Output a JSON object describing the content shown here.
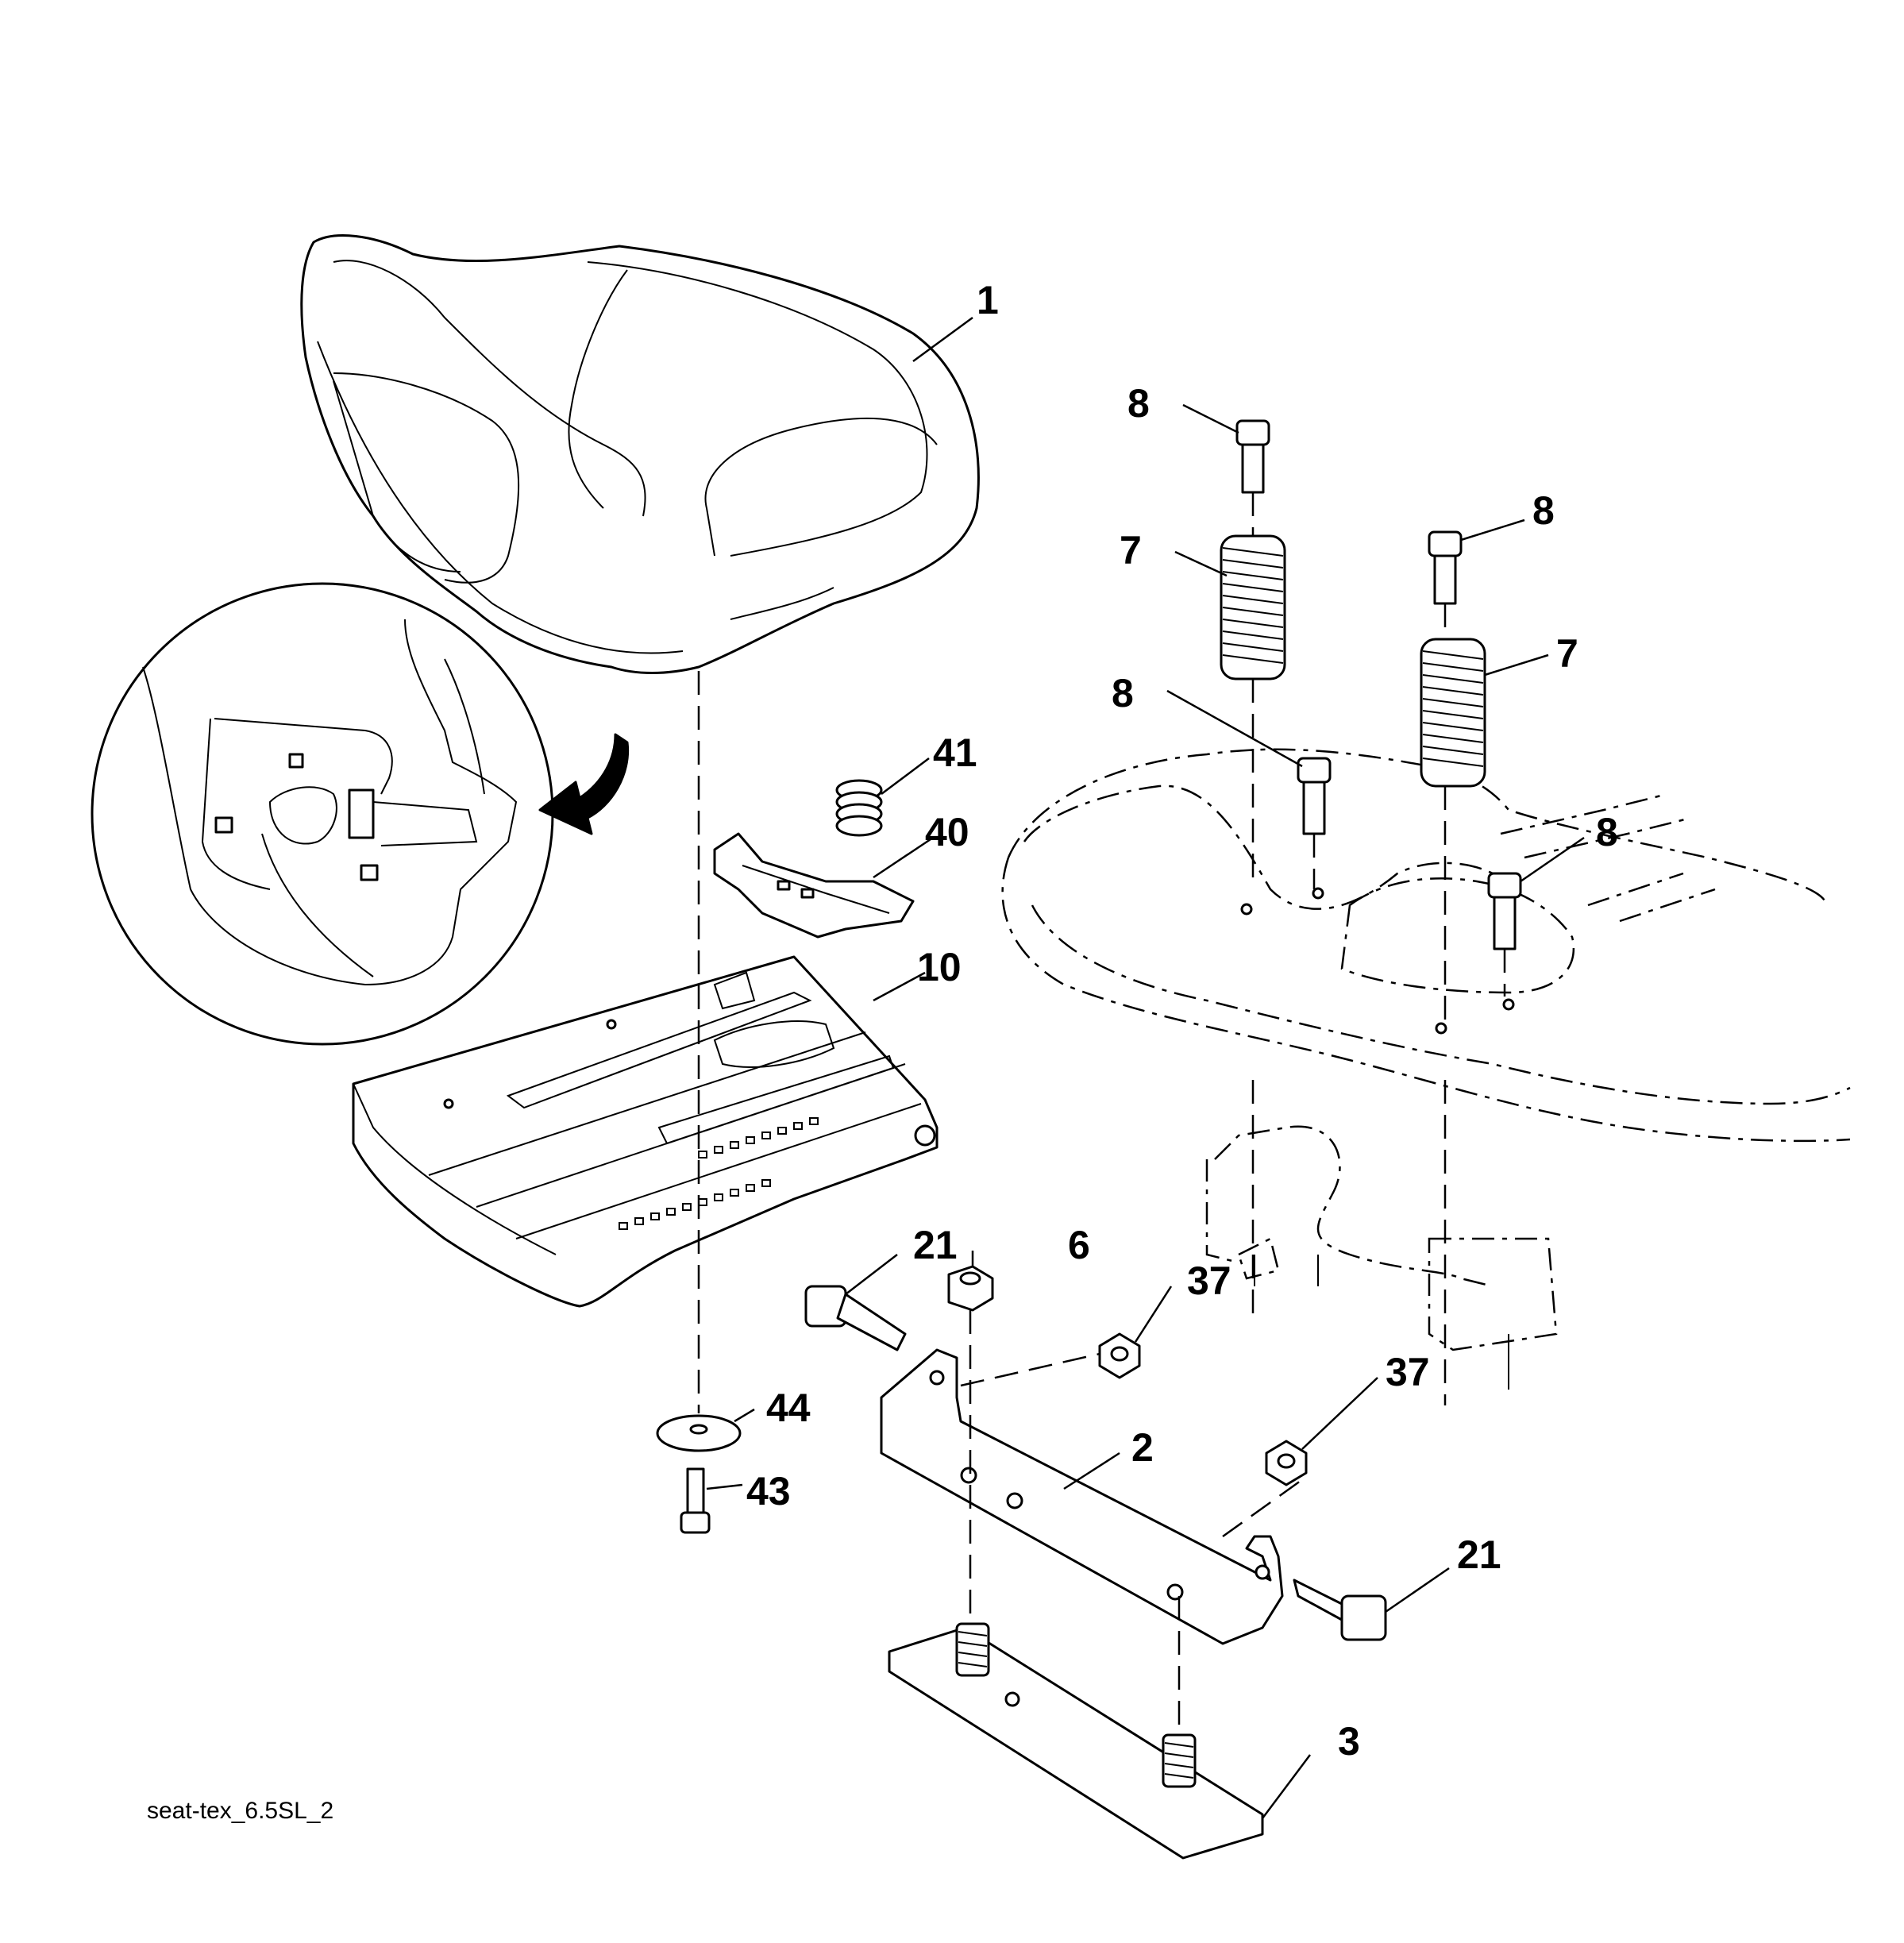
{
  "callouts": {
    "c1": "1",
    "c8a": "8",
    "c8b": "8",
    "c8c": "8",
    "c8d": "8",
    "c7a": "7",
    "c7b": "7",
    "c41": "41",
    "c40": "40",
    "c10": "10",
    "c21a": "21",
    "c6": "6",
    "c37a": "37",
    "c37b": "37",
    "c44": "44",
    "c43": "43",
    "c2": "2",
    "c21b": "21",
    "c3": "3"
  },
  "diagram_ref": "seat-tex_6.5SL_2",
  "colors": {
    "line": "#000000",
    "background": "#ffffff"
  }
}
